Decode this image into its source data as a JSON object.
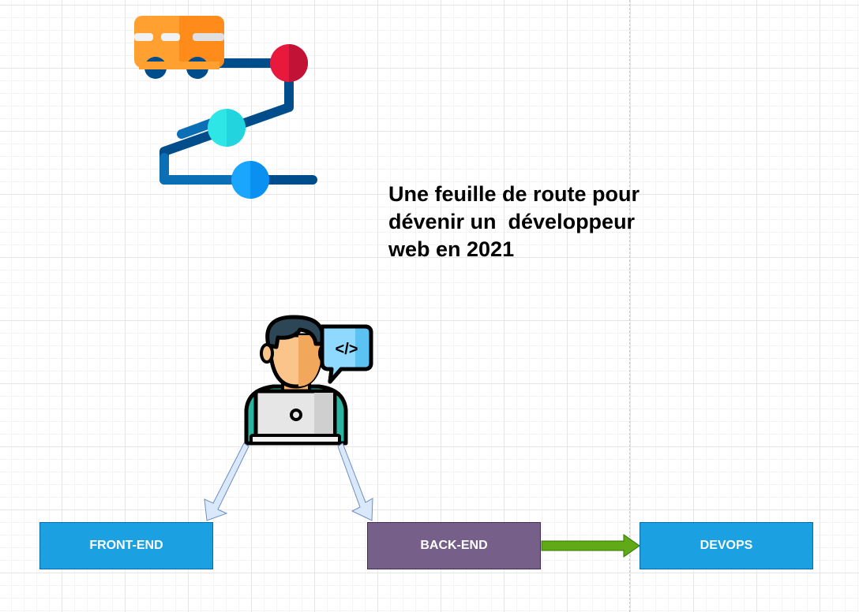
{
  "title": {
    "line1": "Une feuille de route pour",
    "line2": "dévenir un  développeur",
    "line3": "web en 2021"
  },
  "boxes": {
    "front_end": "FRONT-END",
    "back_end": "BACK-END",
    "devops": "DEVOPS"
  },
  "colors": {
    "front_end": "#1ba1e2",
    "back_end": "#76608a",
    "devops": "#1ba1e2",
    "arrow_green": "#60a917",
    "arrow_light": "#dae8fc",
    "road": "#004d8c"
  },
  "icons": {
    "roadmap": "roadmap-bus-icon",
    "developer": "developer-laptop-icon",
    "code_bubble": "code-bubble-icon"
  }
}
